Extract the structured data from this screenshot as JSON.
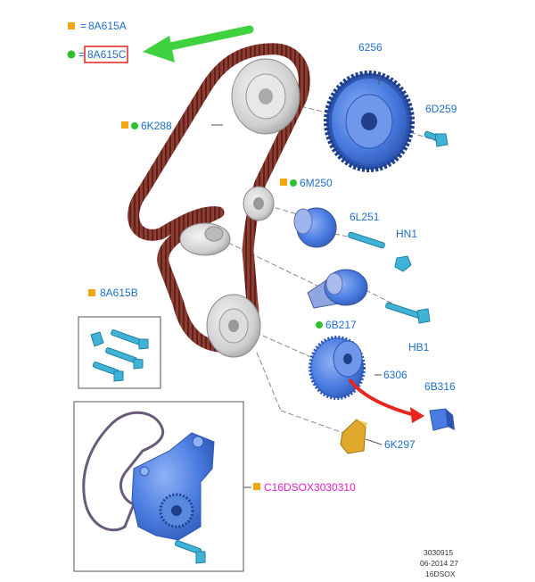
{
  "colors": {
    "label_text": "#1f6fc7",
    "highlight_label": "#e81fd2",
    "marker_orange": "#f2a712",
    "marker_green": "#2ec02e",
    "belt": "#8e3c33",
    "blue_part": "#4a7ce0",
    "gold_part": "#e0a92c",
    "cyan_part": "#3fb3d6",
    "red_box": "#e02424",
    "green_arrow": "#3fd23f",
    "red_arrow": "#e8241e"
  },
  "legend": {
    "orange_code": "8A615A",
    "green_code": "8A615C",
    "equals": "="
  },
  "labels": {
    "belt": "6K288",
    "cam_pulley": "6256",
    "pulley_bolt": "6D259",
    "idler_pulley": "6M250",
    "idler_stud": "6L251",
    "idler_nut": "HN1",
    "tensioner": "6B217",
    "tensioner_bolt": "HB1",
    "crank_pulley": "6306",
    "crank_sensor": "6B316",
    "timing_cover": "6K297",
    "bolt_kit": "8A615B",
    "water_pump": "C16DSOX3030310"
  },
  "reference": {
    "number": "3030915",
    "date": "06-2014 27",
    "model": "16DSOX"
  },
  "icons": {
    "orange_square": "orange-square-marker",
    "green_dot": "green-dot-marker",
    "green_arrow": "green-arrow",
    "red_arrow": "red-curved-arrow"
  }
}
